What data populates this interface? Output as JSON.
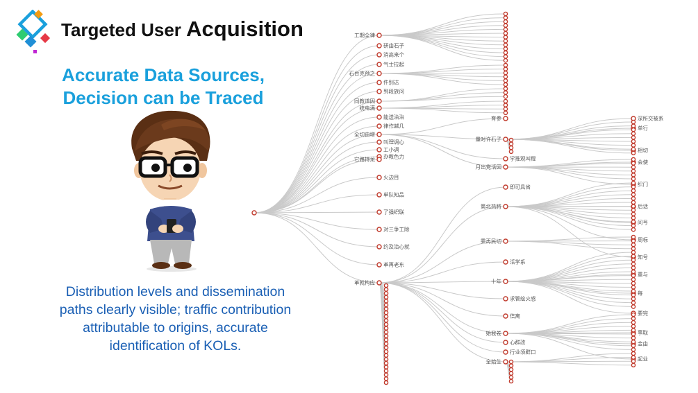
{
  "header": {
    "title_part1": "Targeted User ",
    "title_part2": "Acquisition"
  },
  "headline": {
    "line1": "Accurate Data Sources,",
    "line2": "Decision can be Traced"
  },
  "description": "Distribution levels and dissemination paths clearly visible;  traffic contribution attributable to origins, accurate identification of KOLs.",
  "colors": {
    "headline": "#1aa0dc",
    "description": "#1a5fb4",
    "node_stroke": "#c0392b",
    "link": "#c9c9c9"
  },
  "tree": {
    "level1": [
      {
        "label": "工期全律"
      },
      {
        "label": "研由石子"
      },
      {
        "label": "消高来个"
      },
      {
        "label": "气士拉起"
      },
      {
        "label": "石台克预之"
      },
      {
        "label": "件别达"
      },
      {
        "label": "到段族问"
      },
      {
        "label": "同教道因"
      },
      {
        "label": "统电满"
      },
      {
        "label": "能送治治"
      },
      {
        "label": "律作越几"
      },
      {
        "label": "全切由增"
      },
      {
        "label": "叫理调心"
      },
      {
        "label": "工小调"
      },
      {
        "label": "办教色力"
      },
      {
        "label": "它路持龙"
      },
      {
        "label": "火边目"
      },
      {
        "label": "单队知品"
      },
      {
        "label": "了强织联"
      },
      {
        "label": "对三争工除"
      },
      {
        "label": "约及治心就"
      },
      {
        "label": "革再老东"
      },
      {
        "label": "革就构应"
      }
    ],
    "level2": [
      {
        "label": "育参"
      },
      {
        "label": "量时许石子"
      },
      {
        "label": "学推观叫程"
      },
      {
        "label": "月出党活因"
      },
      {
        "label": "即可具省"
      },
      {
        "label": "第北热將"
      },
      {
        "label": "委再民切"
      },
      {
        "label": "活学系"
      },
      {
        "label": "十年"
      },
      {
        "label": "求管绘火感"
      },
      {
        "label": "信离"
      },
      {
        "label": "始我卷"
      },
      {
        "label": "心群改"
      },
      {
        "label": "行业须群口"
      },
      {
        "label": "全始生"
      }
    ],
    "level3": [
      {
        "label": "深所交被系"
      },
      {
        "label": "单行"
      },
      {
        "label": "相切"
      },
      {
        "label": "会使"
      },
      {
        "label": "织门"
      },
      {
        "label": "后话"
      },
      {
        "label": "问号"
      },
      {
        "label": "周标"
      },
      {
        "label": "知号"
      },
      {
        "label": "重与"
      },
      {
        "label": "每"
      },
      {
        "label": "要完"
      },
      {
        "label": "事取"
      },
      {
        "label": "金由"
      },
      {
        "label": "起业"
      }
    ]
  }
}
